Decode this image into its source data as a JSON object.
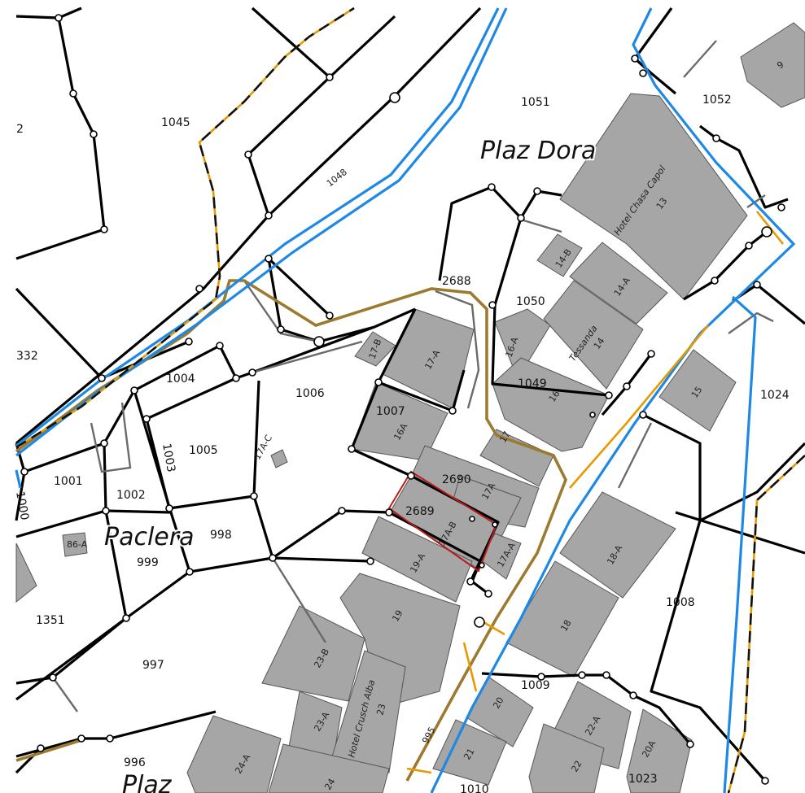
{
  "map": {
    "place_names": {
      "plaz_dora": "Plaz Dora",
      "paclera": "Paclera",
      "plaz_bottom": "Plaz"
    },
    "parcels": {
      "p1045": "1045",
      "p1051": "1051",
      "p1052": "1052",
      "p1048": "1048",
      "p2688": "2688",
      "p1050": "1050",
      "p1049": "1049",
      "p1004": "1004",
      "p1006": "1006",
      "p1007": "1007",
      "p1005": "1005",
      "p1003": "1003",
      "p1001": "1001",
      "p1002": "1002",
      "p1000": "1000",
      "p998": "998",
      "p999": "999",
      "p2690": "2690",
      "p2689": "2689",
      "p1024": "1024",
      "p1008": "1008",
      "p1351": "1351",
      "p997": "997",
      "p1009": "1009",
      "p996": "996",
      "p995": "995",
      "p1010": "1010",
      "p1023": "1023",
      "p332": "332",
      "p2": "2"
    },
    "buildings": {
      "b9": "9",
      "b13": "13",
      "b_hotel_capol": "Hotel Chasa Capol",
      "b14b": "14-B",
      "b14a": "14-A",
      "b14": "14",
      "b_tessanda": "Tessanda",
      "b16a_top": "16-A",
      "b16": "16",
      "b17b": "17-B",
      "b17a": "17-A",
      "b16A": "16A",
      "b17ac": "17A-C",
      "b17A": "17A",
      "b17ab": "17A-B",
      "b17aa": "17A-A",
      "b15": "15",
      "b86a": "86-A",
      "b19a": "19-A",
      "b19": "19",
      "b18a": "18-A",
      "b18": "18",
      "b23b": "23-B",
      "b23a": "23-A",
      "b23": "23",
      "b_hotel_crusch": "Hotel Crusch Alba",
      "b20": "20",
      "b22a": "22-A",
      "b20a": "20A",
      "b21": "21",
      "b22": "22",
      "b24a": "24-A",
      "b24": "24",
      "b_17": "17"
    },
    "colors": {
      "building": "#a6a6a6",
      "boundary": "#000000",
      "water_line": "#1e88e5",
      "gas_line": "#e69a00",
      "road_line": "#9c7a2f",
      "selection": "#b71c1c"
    }
  }
}
